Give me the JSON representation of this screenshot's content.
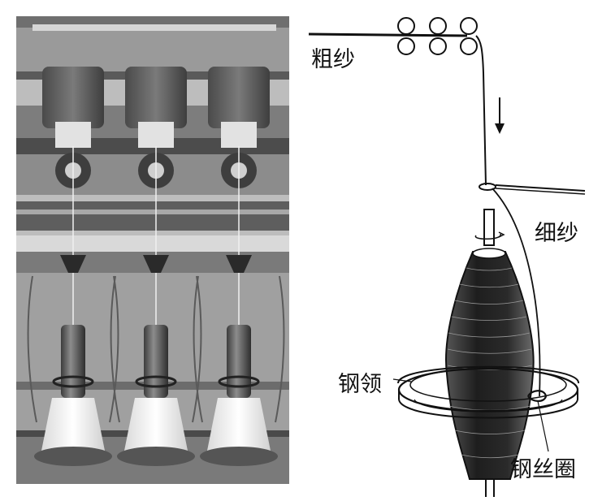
{
  "labels": {
    "roving": "粗纱",
    "spun_yarn": "细纱",
    "ring": "钢领",
    "traveler": "钢丝圈"
  },
  "photo": {
    "spindle_count": 3
  },
  "colors": {
    "ink": "#111111",
    "photo_dark": "#3a3a3a",
    "photo_mid": "#8a8a8a",
    "photo_light": "#cfcfcf"
  },
  "icons": {
    "direction": "arrow-down-icon"
  }
}
